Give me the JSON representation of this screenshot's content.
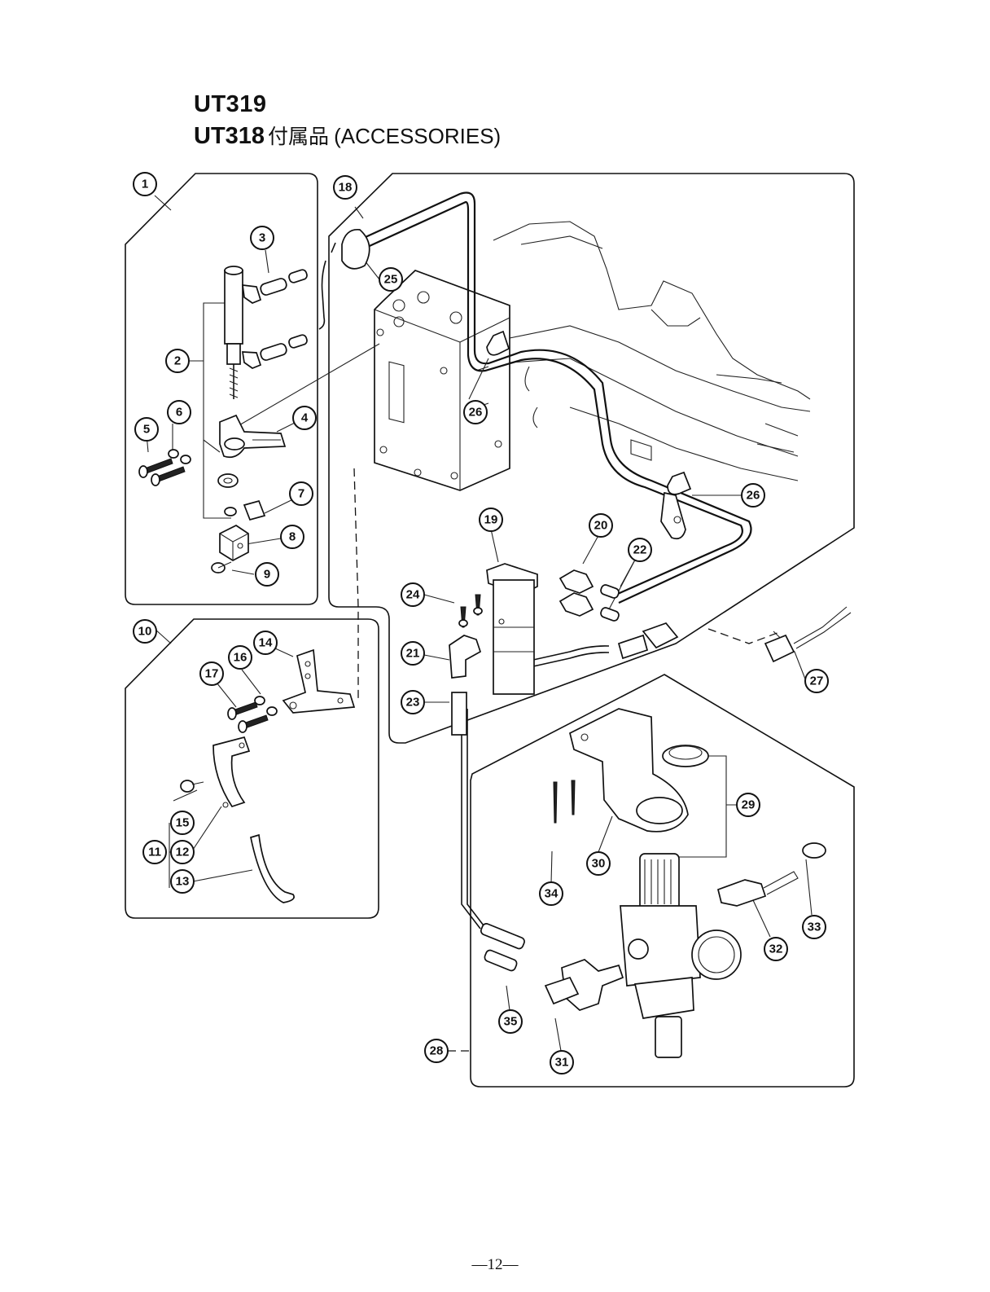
{
  "title": {
    "model_1": "UT319",
    "model_2": "UT318",
    "japanese": "付属品",
    "english": "(ACCESSORIES)"
  },
  "callouts": [
    "1",
    "2",
    "3",
    "4",
    "5",
    "6",
    "7",
    "8",
    "9",
    "10",
    "11",
    "12",
    "13",
    "14",
    "15",
    "16",
    "17",
    "18",
    "19",
    "20",
    "21",
    "22",
    "23",
    "24",
    "25",
    "26",
    "26",
    "27",
    "28",
    "28",
    "29",
    "30",
    "31",
    "32",
    "33",
    "34",
    "35"
  ],
  "page_number": "—12—"
}
